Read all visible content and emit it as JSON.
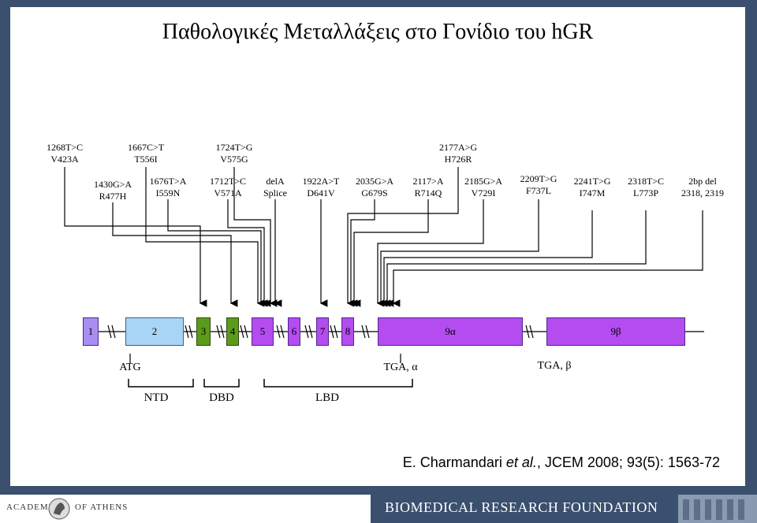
{
  "title": "Παθολογικές Μεταλλάξεις στο Γονίδιο του hGR",
  "mutations": [
    {
      "id": "m1",
      "top": "1268T>C",
      "bottom": "V423A"
    },
    {
      "id": "m2",
      "top": "1430G>A",
      "bottom": "R477H"
    },
    {
      "id": "m3",
      "top": "1667C>T",
      "bottom": "T556I"
    },
    {
      "id": "m4",
      "top": "1676T>A",
      "bottom": "I559N"
    },
    {
      "id": "m5",
      "top": "1724T>G",
      "bottom": "V575G"
    },
    {
      "id": "m6",
      "top": "1712T>C",
      "bottom": "V571A"
    },
    {
      "id": "m7",
      "top": "delA",
      "bottom": "Splice"
    },
    {
      "id": "m8",
      "top": "1922A>T",
      "bottom": "D641V"
    },
    {
      "id": "m9",
      "top": "2035G>A",
      "bottom": "G679S"
    },
    {
      "id": "m10",
      "top": "2117>A",
      "bottom": "R714Q"
    },
    {
      "id": "m11",
      "top": "2177A>G",
      "bottom": "H726R"
    },
    {
      "id": "m12",
      "top": "2185G>A",
      "bottom": "V729I"
    },
    {
      "id": "m13",
      "top": "2209T>G",
      "bottom": "F737L"
    },
    {
      "id": "m14",
      "top": "2241T>G",
      "bottom": "I747M"
    },
    {
      "id": "m15",
      "top": "2318T>C",
      "bottom": "L773P"
    },
    {
      "id": "m16",
      "top": "2bp del",
      "bottom": "2318, 2319"
    }
  ],
  "exons": [
    "1",
    "2",
    "3",
    "4",
    "5",
    "6",
    "7",
    "8",
    "9α",
    "9β"
  ],
  "markers": {
    "atg": "ATG",
    "tga_alpha": "TGA, α",
    "tga_beta": "TGA, β"
  },
  "domains": {
    "ntd": "NTD",
    "dbd": "DBD",
    "lbd": "LBD"
  },
  "citation": {
    "author": "E. Charmandari ",
    "etal": "et al.",
    "rest": ", JCEM 2008; 93(5): 1563-72"
  },
  "footer": {
    "academy": "ACADEMY",
    "of_athens": "OF ATHENS",
    "foundation": "BIOMEDICAL RESEARCH FOUNDATION"
  },
  "colors": {
    "frame": "#3b4f6e",
    "exon_purple": "#b44cf0",
    "exon_blue": "#a8d4f5",
    "exon_green": "#5c9a1c"
  }
}
